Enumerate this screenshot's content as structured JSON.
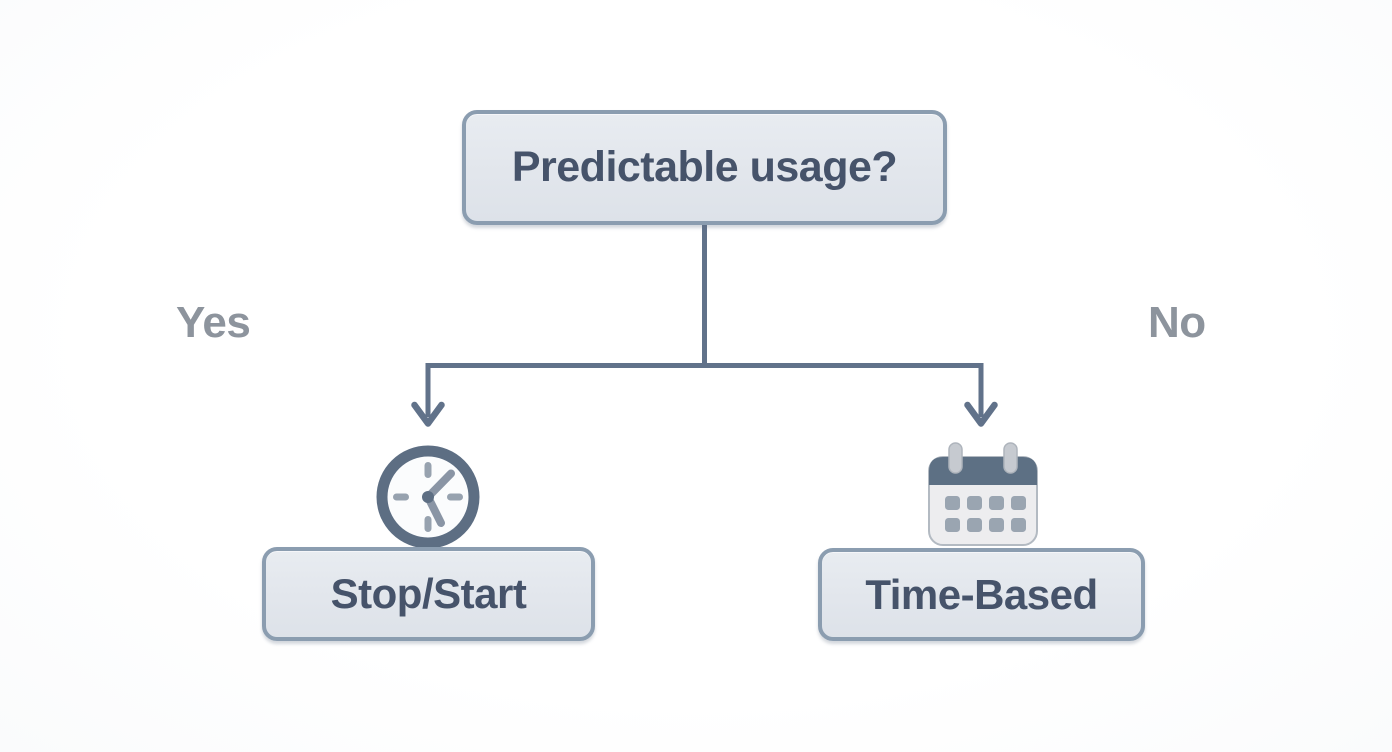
{
  "diagram": {
    "question": "Predictable usage?",
    "branches": [
      {
        "answer": "Yes",
        "result": "Stop/Start",
        "icon": "clock-icon"
      },
      {
        "answer": "No",
        "result": "Time-Based",
        "icon": "calendar-icon"
      }
    ],
    "colors": {
      "node_fill": "#e3e7ed",
      "node_border": "#8b9db0",
      "node_text": "#46536a",
      "connector": "#61728a",
      "branch_label_text": "#8d949d",
      "icon_dark": "#5d7084",
      "icon_mid": "#9aa5b1",
      "icon_light": "#ededef",
      "background": "#ffffff"
    }
  }
}
